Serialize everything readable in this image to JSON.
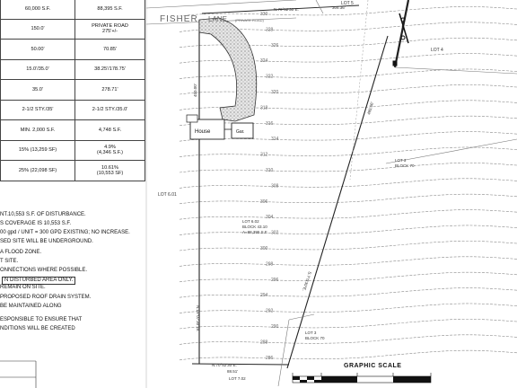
{
  "zoning_table": {
    "rows": [
      {
        "required": "60,000 S.F.",
        "provided": "88,395 S.F."
      },
      {
        "required": "150.0'",
        "provided": "PRIVATE ROAD\n275'+/-"
      },
      {
        "required": "50.00'",
        "provided": "70.85'"
      },
      {
        "required": "15.0'/35.0'",
        "provided": "38.25'/178.75'"
      },
      {
        "required": "35.0'",
        "provided": "278.71'"
      },
      {
        "required": "2-1/2 STY./35'",
        "provided": "2-1/2 STY./35.0'"
      },
      {
        "required": "MIN. 2,000 S.F.",
        "provided": "4,748 S.F."
      },
      {
        "required": "15% (13,259 SF)",
        "provided": "4.9%\n(4,346 S.F.)"
      },
      {
        "required": "25% (22,098 SF)",
        "provided": "10.61%\n(10,553 SF)"
      }
    ]
  },
  "notes": [
    "NT.10,553 S.F. OF DISTURBANCE.",
    "S COVERAGE IS 10,553 S.F.",
    "00 gpd / UNIT = 300 GPD EXISTING; NO INCREASE.",
    "SED SITE WILL BE UNDERGROUND.",
    "A FLOOD ZONE.",
    "T SITE.",
    "ONNECTIONS WHERE POSSIBLE.",
    "N DISTURBED AREA ONLY.",
    "REMAIN ON SITE.",
    " PROPOSED ROOF DRAIN SYSTEM.",
    "BE MAINTAINED ALONG",
    "ESPONSIBLE TO ENSURE THAT",
    "NDITIONS WILL BE CREATED"
  ],
  "road": {
    "name": "FISHER",
    "type": "LANE",
    "note": "(PRIVATE ROAD)"
  },
  "bearings": {
    "top_line": "N.70°52'30\"E.",
    "top_distance": "304.36'",
    "bottom_line": "N.70°52'30\"E.",
    "bottom_distance": "88.51'",
    "west_line": "N.19°07'30\"W.",
    "east_line": "S.?°0'30\"E.",
    "west_distance": "450.00'",
    "diag_distance": "485.06'"
  },
  "lots": {
    "lot5": "LOT 5",
    "lot4": "LOT 4",
    "lot3_top": "LOT 3\nBLOCK 70",
    "lot601": "LOT 6.01",
    "subject": "LOT 6.02\nBLOCK 43.10\nA=88,395 S.F.",
    "lot3_bottom": "LOT 3\nBLOCK 70",
    "lot702": "LOT 7.02"
  },
  "structures": {
    "house": "House",
    "garage": "Gar."
  },
  "contours": [
    "330",
    "328",
    "326",
    "324",
    "322",
    "320",
    "318",
    "316",
    "314",
    "312",
    "310",
    "308",
    "306",
    "304",
    "302",
    "300",
    "298",
    "296",
    "294",
    "292",
    "290",
    "288",
    "286"
  ],
  "scale": {
    "title": "GRAPHIC SCALE"
  }
}
